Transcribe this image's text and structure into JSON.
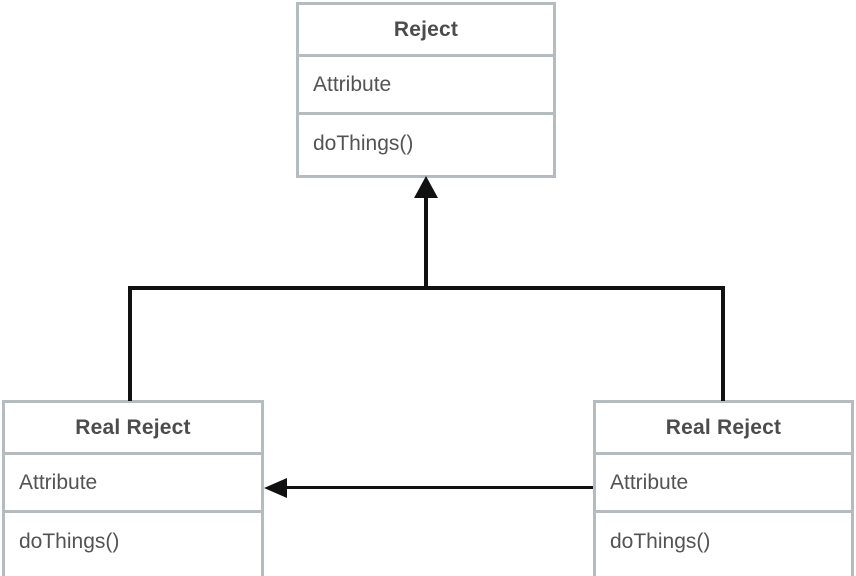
{
  "diagram": {
    "type": "uml-class-diagram",
    "title": "",
    "background_color": "#ffffff",
    "border_color": "#b4bcc0",
    "line_color": "#111111",
    "name_text_color": "#4c4c4c",
    "member_text_color": "#535353",
    "classes": [
      {
        "id": "reject",
        "name": "Reject",
        "attributes": [
          "Attribute"
        ],
        "methods": [
          "doThings()"
        ]
      },
      {
        "id": "real-reject-left",
        "name": "Real Reject",
        "attributes": [
          "Attribute"
        ],
        "methods": [
          "doThings()"
        ]
      },
      {
        "id": "real-reject-right",
        "name": "Real Reject",
        "attributes": [
          "Attribute"
        ],
        "methods": [
          "doThings()"
        ]
      }
    ],
    "relationships": [
      {
        "id": "inheritance",
        "kind": "generalization",
        "from": [
          "real-reject-left",
          "real-reject-right"
        ],
        "to": "reject",
        "arrow": "solid-triangle-up"
      },
      {
        "id": "association",
        "kind": "association",
        "from": "real-reject-right",
        "to": "real-reject-left",
        "arrow": "solid-arrow-left"
      }
    ]
  }
}
